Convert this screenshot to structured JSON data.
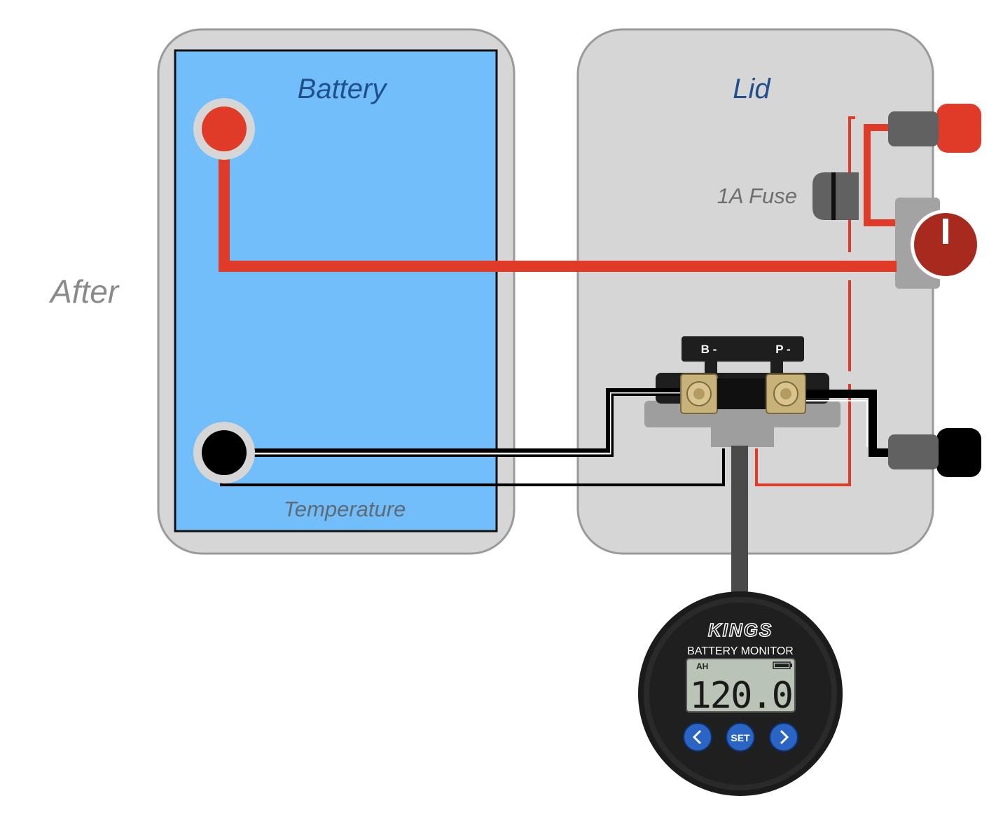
{
  "labels": {
    "state": "After",
    "battery": "Battery",
    "lid": "Lid",
    "fuse": "1A Fuse",
    "temperature": "Temperature"
  },
  "shunt": {
    "terminal_left": "B -",
    "terminal_right": "P -"
  },
  "monitor": {
    "brand": "KINGS",
    "title": "BATTERY MONITOR",
    "unit": "AH",
    "reading": "120.0",
    "set_label": "SET"
  },
  "colors": {
    "battery_fill": "#72befa",
    "case_fill": "#d6d6d6",
    "positive_wire": "#e03a28",
    "negative_wire": "#000000",
    "label_blue": "#1f4f8c",
    "label_gray": "#8a8a8a",
    "button_blue": "#2a64c4"
  }
}
